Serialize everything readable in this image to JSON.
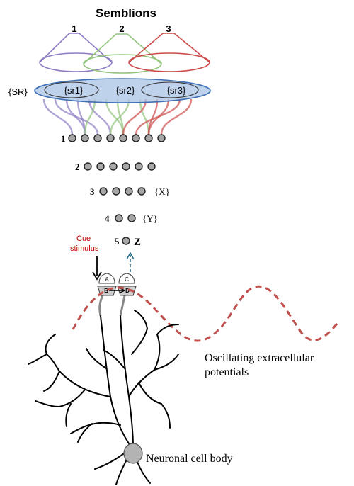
{
  "title": "Semblions",
  "semblion_numbers": [
    "1",
    "2",
    "3"
  ],
  "sr_label": "{SR}",
  "sr_subsets": [
    "{sr1}",
    "{sr2}",
    "{sr3}"
  ],
  "row_numbers": [
    "1",
    "2",
    "3",
    "4",
    "5"
  ],
  "row_dot_counts": [
    8,
    6,
    4,
    2,
    1
  ],
  "set_labels": {
    "x": "{X}",
    "y": "{Y}",
    "z": "Z"
  },
  "cue_label_line1": "Cue",
  "cue_label_line2": "stimulus",
  "synapse_labels": [
    "A",
    "B",
    "C",
    "D"
  ],
  "oscillation_label_line1": "Oscillating extracellular",
  "oscillation_label_line2": "potentials",
  "cell_body_label": "Neuronal cell body",
  "colors": {
    "semblion_1": "#8e7cc3",
    "semblion_2": "#93c47d",
    "semblion_3": "#cc4c4c",
    "sr_fill": "#aac3e6",
    "sr_stroke": "#3f6fb5",
    "cue_text": "#c00000",
    "dashed_wave": "#c0504d",
    "z_arrow": "#2e6f8e",
    "node_fill": "#a6a6a6",
    "cell_body": "#b3b3b3"
  }
}
